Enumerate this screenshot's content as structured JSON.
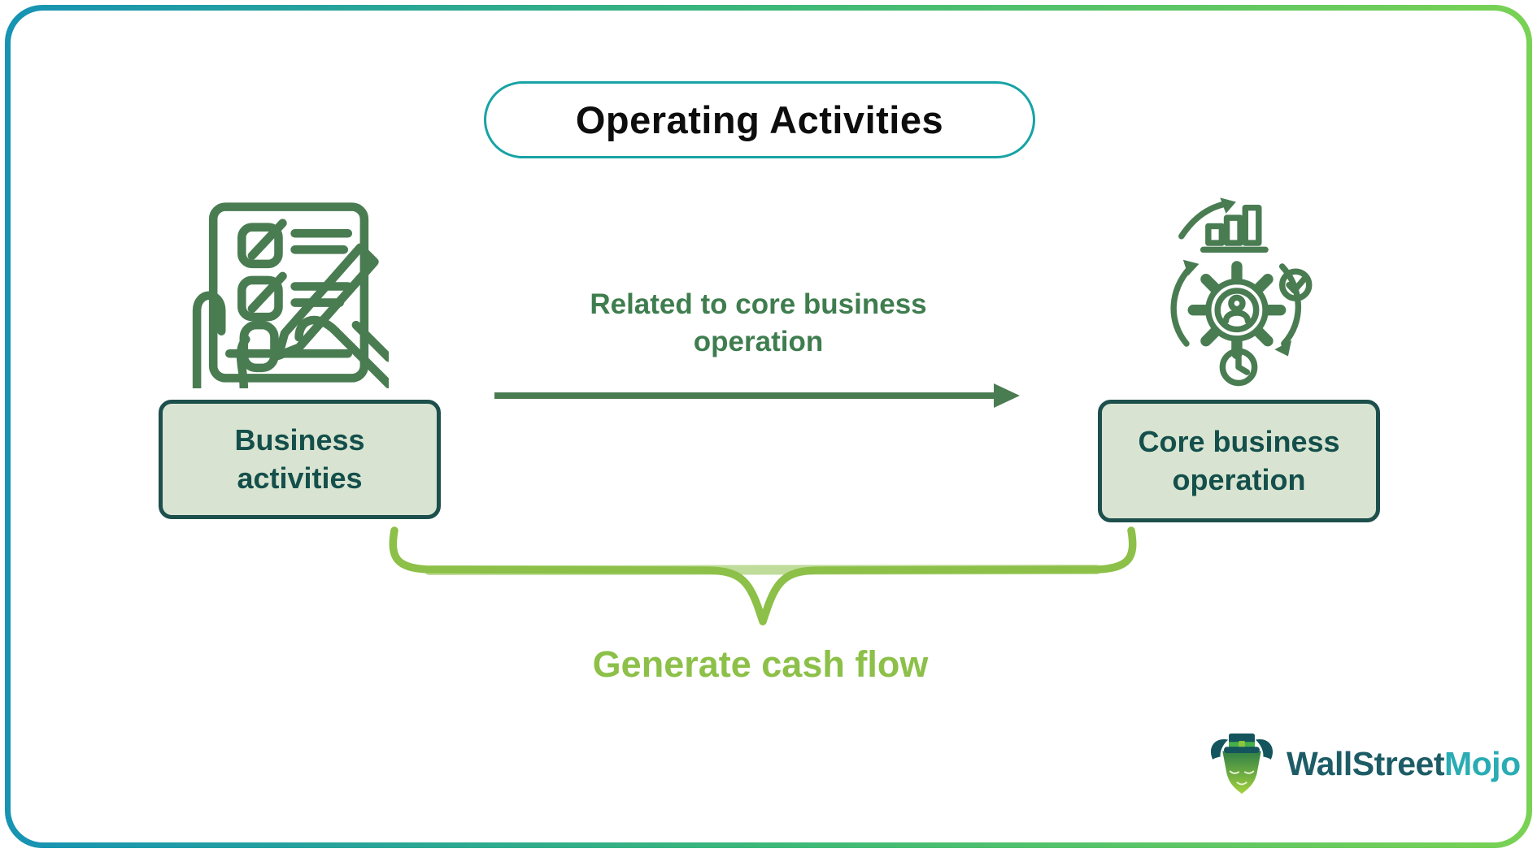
{
  "title": {
    "label": "Operating Activities"
  },
  "left_node": {
    "label": "Business activities",
    "icon": "checklist-pen-icon"
  },
  "right_node": {
    "label": "Core business operation",
    "icon": "process-gear-icon"
  },
  "relation_label": {
    "line1": "Related to core business",
    "line2": "operation"
  },
  "brace_label": "Generate cash flow",
  "logo": {
    "brand_primary": "WallStreet",
    "brand_secondary": "Mojo",
    "icon": "bull-mascot-icon"
  },
  "icons": [
    "checklist-pen-icon",
    "process-gear-icon",
    "arrow-right-icon",
    "curly-brace-icon",
    "bull-mascot-icon"
  ],
  "colors": {
    "frame_gradient_left": "#1793b4",
    "frame_gradient_mid": "#3cb879",
    "frame_gradient_right": "#79d254",
    "title_border": "#17a3a5",
    "title_text": "#0d0d0d",
    "icon_green": "#4a7c52",
    "arrow_green": "#4a7c52",
    "relation_text": "#3f7d4e",
    "node_fill": "#d8e4d1",
    "node_border": "#1d4f4c",
    "node_text": "#144f4b",
    "brace_green": "#8cc048",
    "logo_dark_teal": "#1d5c66",
    "logo_teal": "#29acb3"
  }
}
